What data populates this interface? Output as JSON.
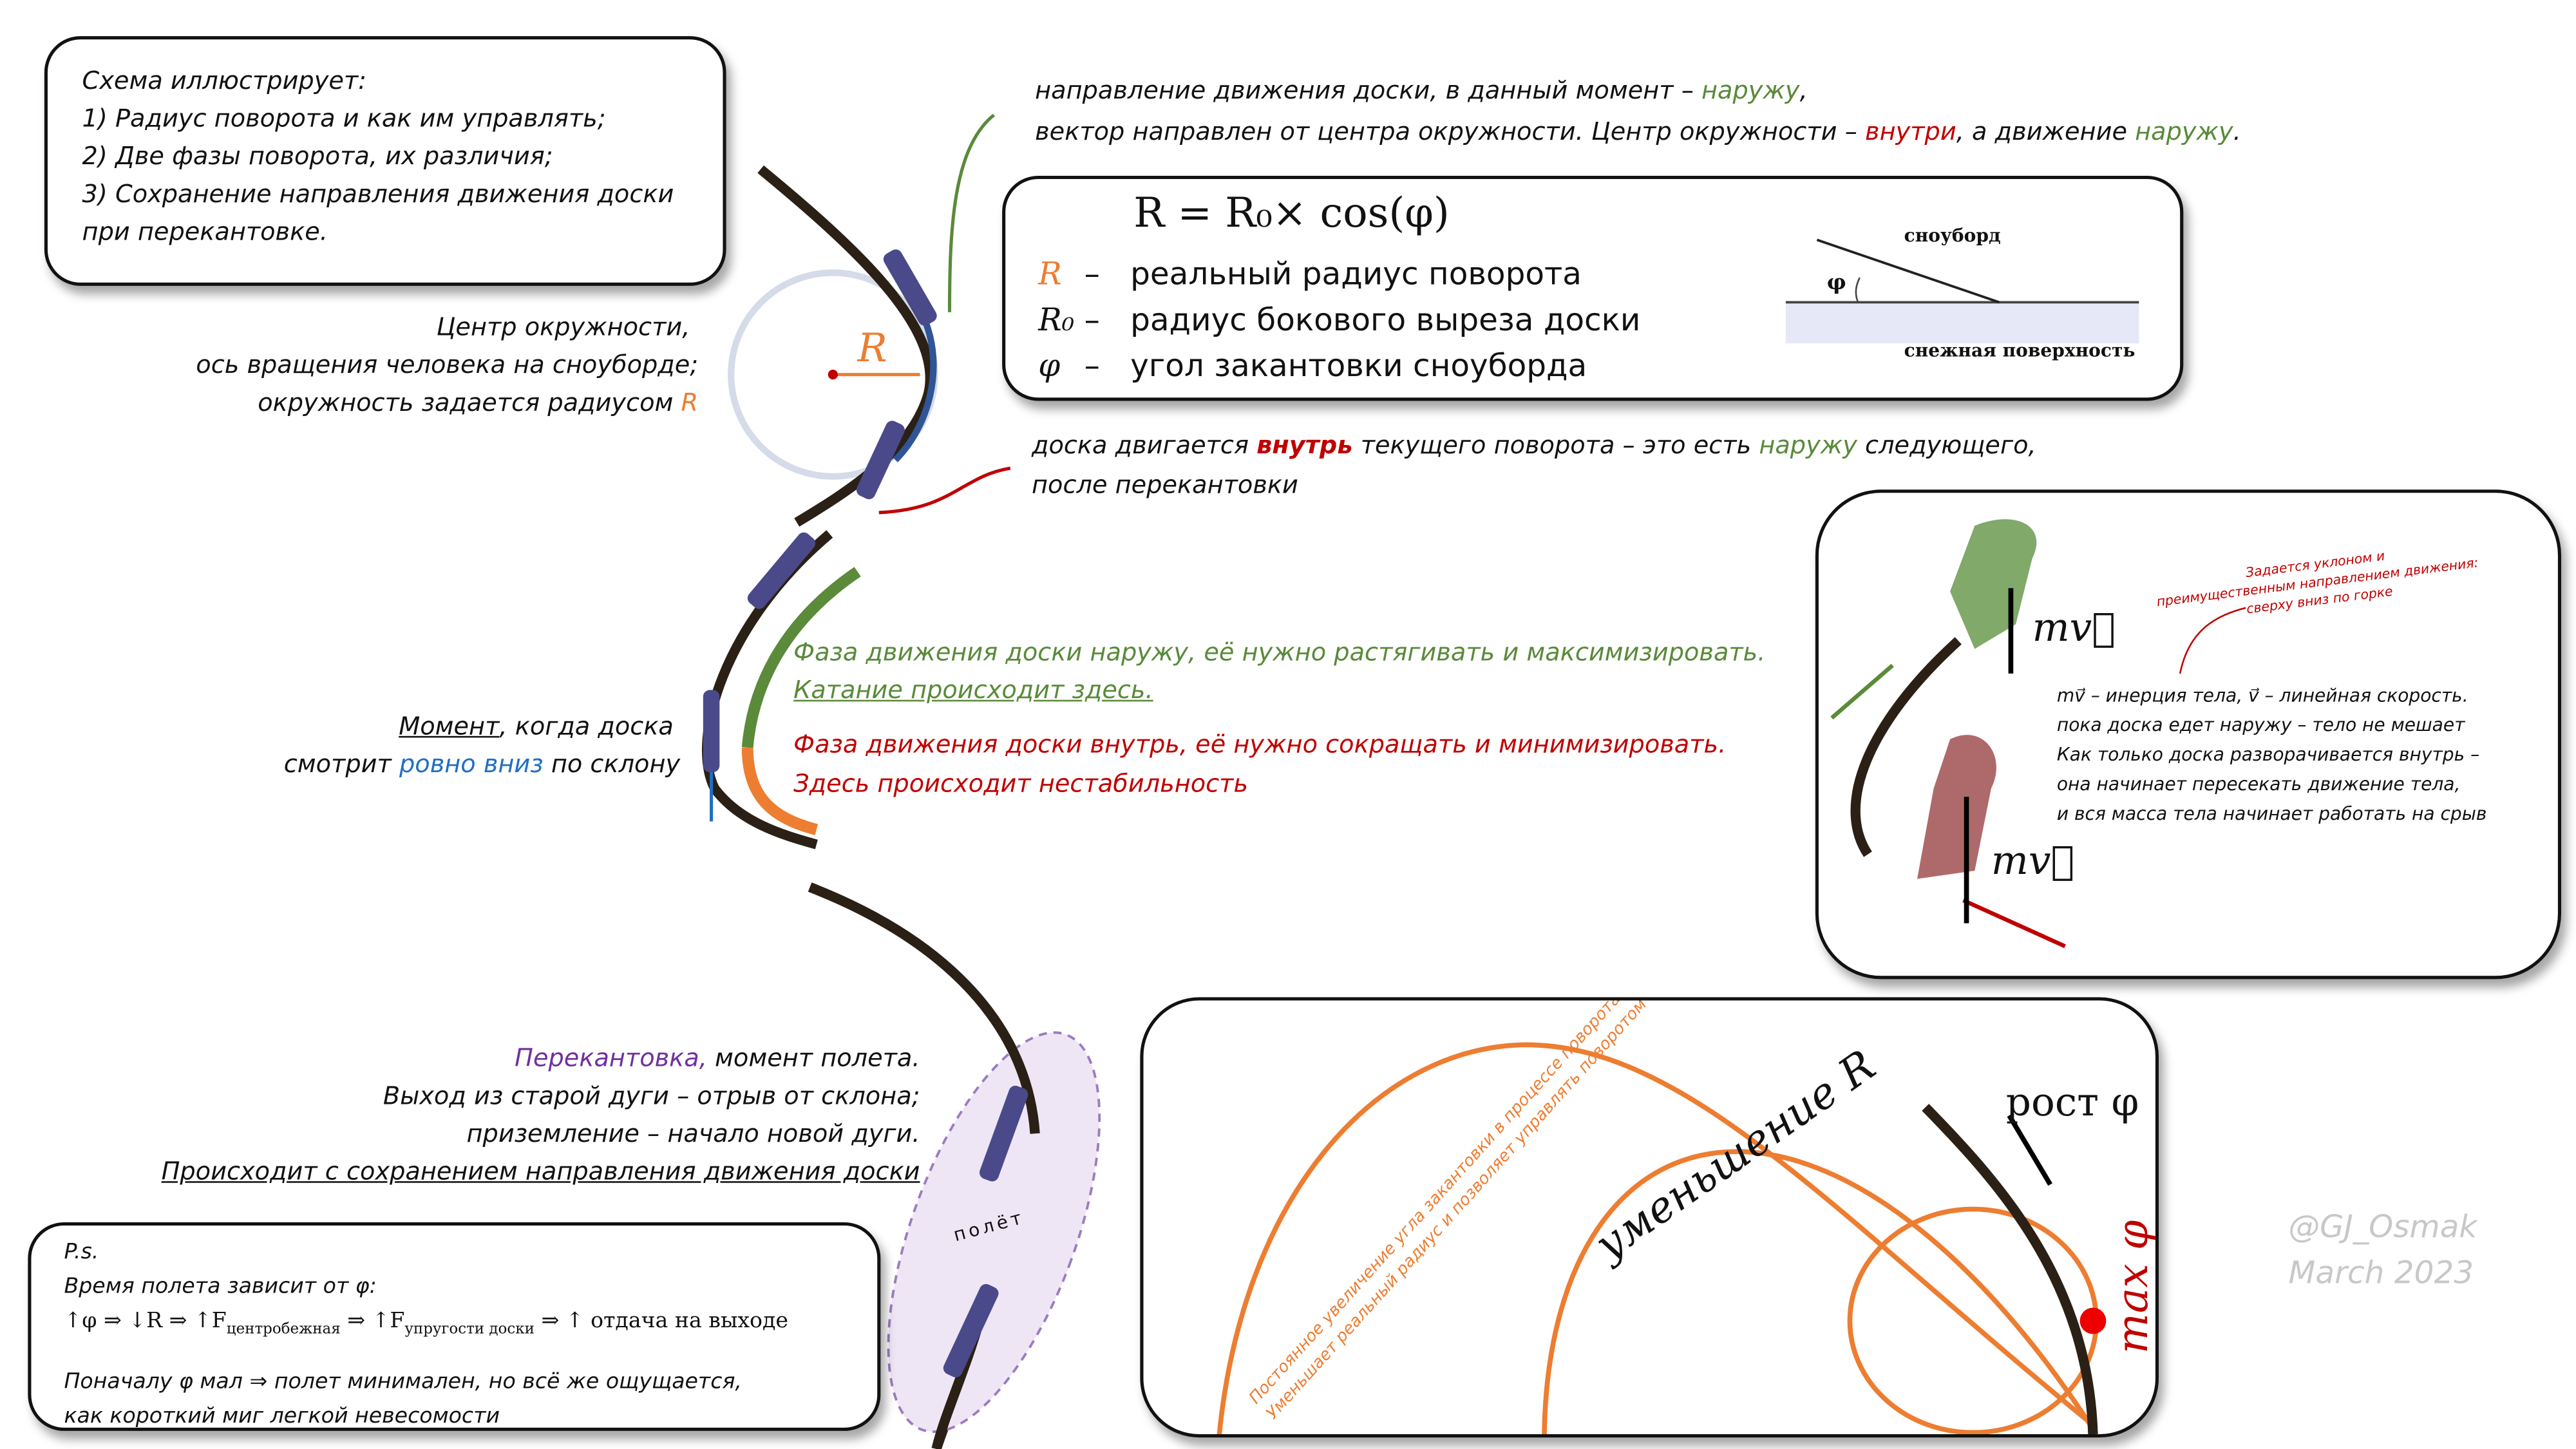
{
  "intro": {
    "lines": [
      "Схема иллюстрирует:",
      "1) Радиус поворота и как им управлять;",
      "2) Две фазы поворота, их различия;",
      "3) Сохранение направления движения доски",
      "при перекантовке."
    ]
  },
  "center_note": {
    "line1": "Центр окружности,",
    "line2": "ось вращения человека на сноуборде;",
    "line3_pre": "окружность задается радиусом ",
    "line3_var": "R",
    "circle_label": "R"
  },
  "direction_note": {
    "l1_pre": "направление движения доски, в данный момент – ",
    "l1_em": "наружу",
    "l1_post": ",",
    "l2_pre": "вектор направлен от центра окружности. Центр окружности – ",
    "l2_em1": "внутри",
    "l2_mid": ", а движение ",
    "l2_em2": "наружу",
    "l2_post": "."
  },
  "formula": {
    "main": "R = R₀× cos(φ)",
    "rows": [
      {
        "sym": "R",
        "dash": "–",
        "text": "реальный радиус поворота"
      },
      {
        "sym": "R₀",
        "dash": "–",
        "text": "радиус бокового выреза доски"
      },
      {
        "sym": "φ",
        "dash": "–",
        "text": "угол закантовки сноуборда"
      }
    ],
    "mini": {
      "board": "сноуборд",
      "angle": "φ",
      "surface": "снежная поверхность"
    }
  },
  "inward_note": {
    "l1_pre": "доска двигается ",
    "l1_em1": "внутрь",
    "l1_mid": " текущего поворота – это есть ",
    "l1_em2": "наружу",
    "l1_post": " следующего,",
    "l2": "после перекантовки"
  },
  "phases": {
    "outer1": "Фаза движения доски наружу, её нужно растягивать и максимизировать.",
    "outer2": "Катание происходит здесь.",
    "inner1": "Фаза движения доски внутрь, её нужно сокращать и минимизировать.",
    "inner2": "Здесь происходит нестабильность"
  },
  "moment": {
    "l1_em": "Момент",
    "l1_post": ", когда доска",
    "l2_pre": "смотрит ",
    "l2_em": "ровно вниз",
    "l2_post": " по склону"
  },
  "inertia_box": {
    "mv": "mv⃗",
    "annotation": [
      "Задается уклоном и",
      "преимущественным направлением движения:",
      "сверху вниз по горке"
    ],
    "lines": [
      "mv⃗ – инерция тела, v⃗ – линейная скорость.",
      "пока доска едет наружу – тело не мешает",
      "Как только доска разворачивается внутрь –",
      "она начинает пересекать движение тела,",
      "и вся масса тела начинает работать на срыв"
    ]
  },
  "flight": {
    "l1_em": "Перекантовка,",
    "l1_post": " момент полета.",
    "l2": "Выход из старой дуги – отрыв от склона;",
    "l3": "приземление – начало новой дуги.",
    "l4": "Происходит с сохранением направления движения доски",
    "ellipse_label": "полёт"
  },
  "ps": {
    "title": "P.s.",
    "l1": "Время полета зависит от φ:",
    "l2": "↑φ ⇒ ↓R ⇒ ↑F",
    "l2_sub1": "центробежная",
    "l2_mid": " ⇒ ↑F",
    "l2_sub2": "упругости доски",
    "l2_post": " ⇒ ↑ отдача на выходе",
    "l3": "Поначалу φ мал ⇒ полет минимален, но всё же ощущается,",
    "l4": "как короткий миг легкой невесомости"
  },
  "radius_box": {
    "growth": "рост φ",
    "decrease": "уменьшение R",
    "max": "max φ",
    "note1": "Постоянное увеличение угла закантовки в процессе поворота –",
    "note2": "Уменьшает реальный радиус и позволяет управлять поворотом"
  },
  "watermark": {
    "author": "@GJ_Osmak",
    "date": "March 2023"
  },
  "colors": {
    "green": "#5a8a3a",
    "red": "#c00000",
    "blue": "#1f6fc4",
    "orange": "#ed7d31",
    "purple": "#7030a0"
  }
}
